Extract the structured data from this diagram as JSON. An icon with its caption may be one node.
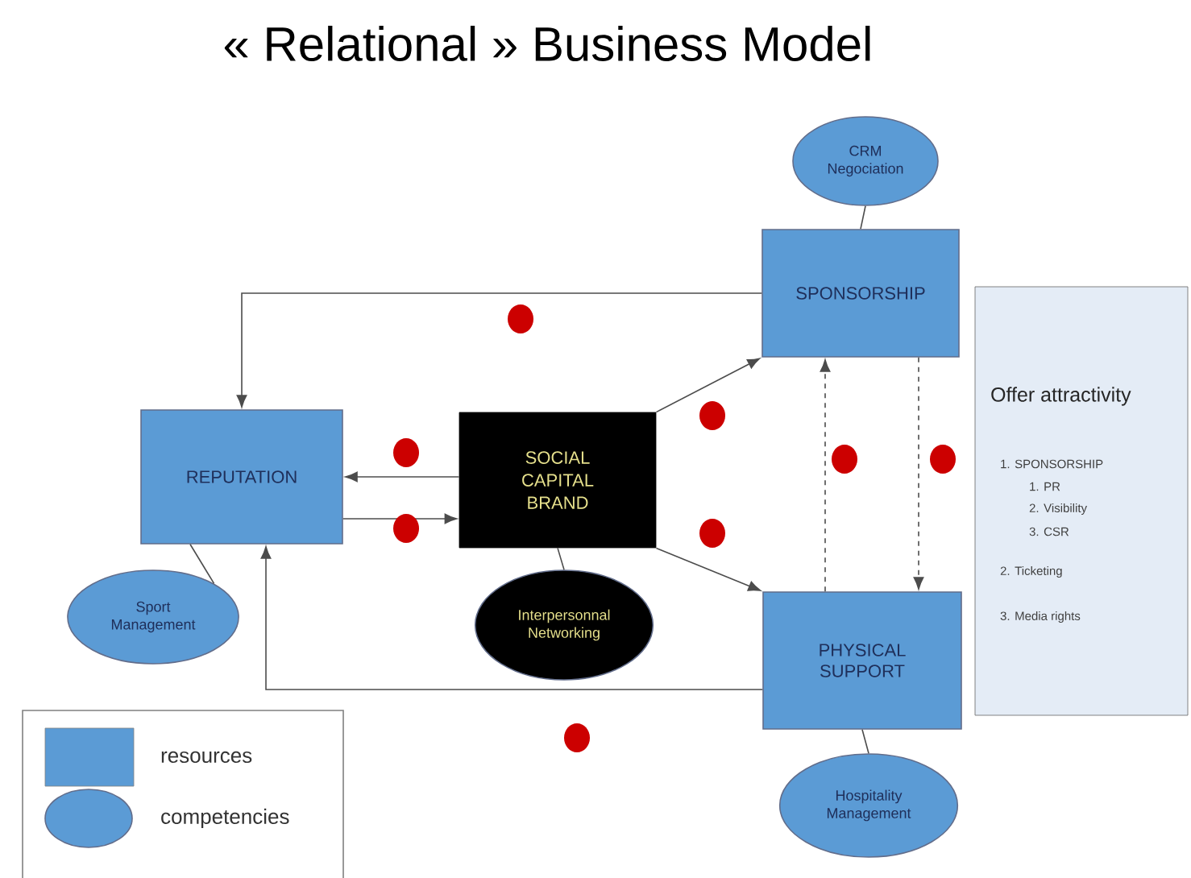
{
  "diagram": {
    "title": "« Relational » Business Model",
    "nodes": [
      {
        "text": [
          "CRM Negociation"
        ]
      },
      {
        "text": [
          "SPONSORSHIP"
        ]
      },
      {
        "text": [
          "Offer attractivity",
          "1. SPONSORSHIP",
          "1. PR",
          "2. Visibility",
          "3. CSR",
          "2. Ticketing",
          "3. Media rights"
        ]
      },
      {
        "text": [
          "REPUTATION"
        ]
      },
      {
        "text": [
          "SOCIAL CAPITAL BRAND"
        ]
      },
      {
        "text": [
          "Sport Management"
        ]
      },
      {
        "text": [
          "Interpersonnal Networking"
        ]
      },
      {
        "text": [
          "PHYSICAL SUPPORT"
        ]
      },
      {
        "text": [
          "Hospitality Management"
        ]
      }
    ],
    "edges": [
      {
        "from": 0,
        "to": 1,
        "arrow": "none"
      },
      {
        "from": 1,
        "to": 3,
        "arrow": "to"
      },
      {
        "from": 4,
        "to": 3,
        "arrow": "to"
      },
      {
        "from": 3,
        "to": 4,
        "arrow": "to"
      },
      {
        "from": 4,
        "to": 1,
        "arrow": "to"
      },
      {
        "from": 4,
        "to": 7,
        "arrow": "to"
      },
      {
        "from": 4,
        "to": 6,
        "arrow": "none"
      },
      {
        "from": 3,
        "to": 5,
        "arrow": "none"
      },
      {
        "from": 7,
        "to": 3,
        "arrow": "to"
      },
      {
        "from": 7,
        "to": 1,
        "arrow": "to",
        "style": "dashed"
      },
      {
        "from": 1,
        "to": 7,
        "arrow": "to",
        "style": "dashed"
      },
      {
        "from": 7,
        "to": 8,
        "arrow": "none"
      }
    ],
    "legend": [
      {
        "text": "resources",
        "color": "#5b9bd5"
      },
      {
        "text": "competencies"
      }
    ]
  }
}
